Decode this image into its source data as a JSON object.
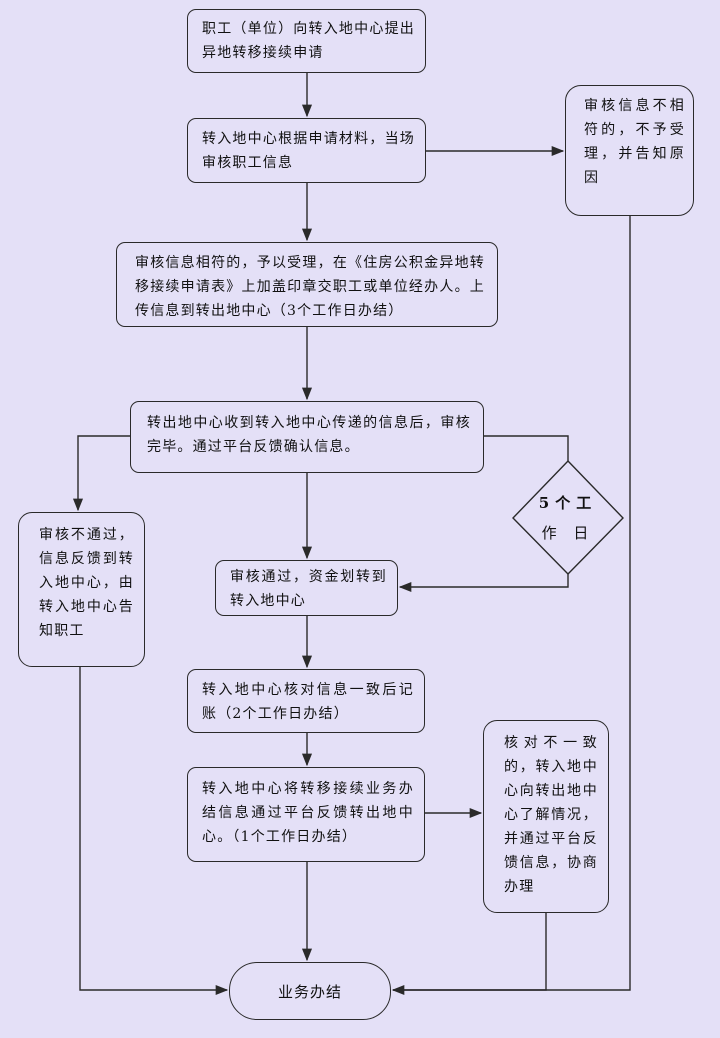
{
  "steps": {
    "apply": "职工（单位）向转入地中心提出异地转移接续申请",
    "review_on_site": "转入地中心根据申请材料，当场审核职工信息",
    "reject": "审核信息不相符的，不予受理，并告知原因",
    "accept": "审核信息相符的，予以受理，在《住房公积金异地转移接续申请表》上加盖印章交职工或单位经办人。上传信息到转出地中心（3个工作日办结）",
    "outgoing_review": "转出地中心收到转入地中心传递的信息后，审核完毕。通过平台反馈确认信息。",
    "fail_review": "审核不通过，信息反馈到转入地中心，由转入地中心告知职工",
    "pass_review": "审核通过，资金划转到转入地中心",
    "reconcile": "转入地中心核对信息一致后记账（2个工作日办结）",
    "complete_feedback": "转入地中心将转移接续业务办结信息通过平台反馈转出地中心。（1个工作日办结）",
    "mismatch": "核对不一致的，转入地中心向转出地中心了解情况，并通过平台反馈信息，协商办理",
    "end": "业务办结"
  },
  "decision": {
    "line1": "5个工",
    "line2": "作 日"
  },
  "colors": {
    "background": "#e4e0f7",
    "stroke": "#2a2a2a"
  }
}
